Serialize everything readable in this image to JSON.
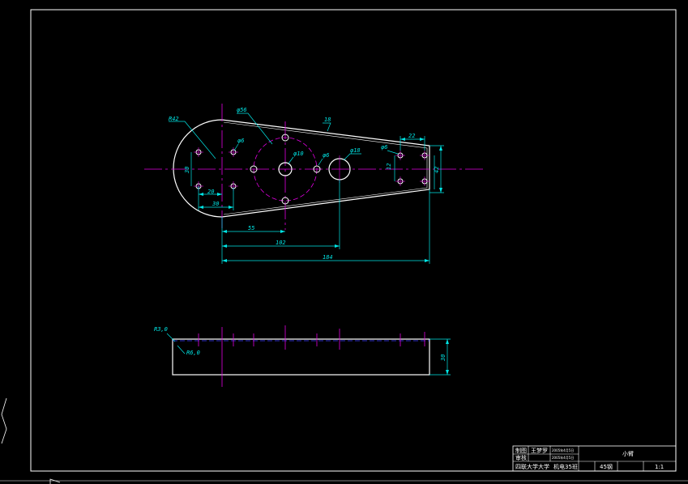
{
  "colors": {
    "background": "#000000",
    "outline": "#ffffff",
    "centerline": "#e000e0",
    "dimension": "#00e5e5",
    "hidden": "#3a3aff"
  },
  "dims": {
    "r42": "R42",
    "d56": "φ56",
    "d10": "φ10",
    "d6a": "φ6",
    "d6b": "φ6",
    "d6c": "φ6",
    "d18": "φ18",
    "v18": "18",
    "v22": "22",
    "v12": "12",
    "v42": "42",
    "v20": "20",
    "v30": "30",
    "v55": "55",
    "v102": "102",
    "v184": "184",
    "vleft30": "30",
    "r30": "R3,0",
    "r60": "R6,0",
    "side30": "30"
  },
  "title_block": {
    "row1_label": "制图",
    "row1_name": "王梦罗",
    "row1_date": "2005年4月5日",
    "row2_label": "审核",
    "row2_date": "2005年4月5日",
    "part_name": "小臂",
    "school": "四联大学大学",
    "class": "机电35班",
    "material": "45钢",
    "scale": "1:1"
  }
}
